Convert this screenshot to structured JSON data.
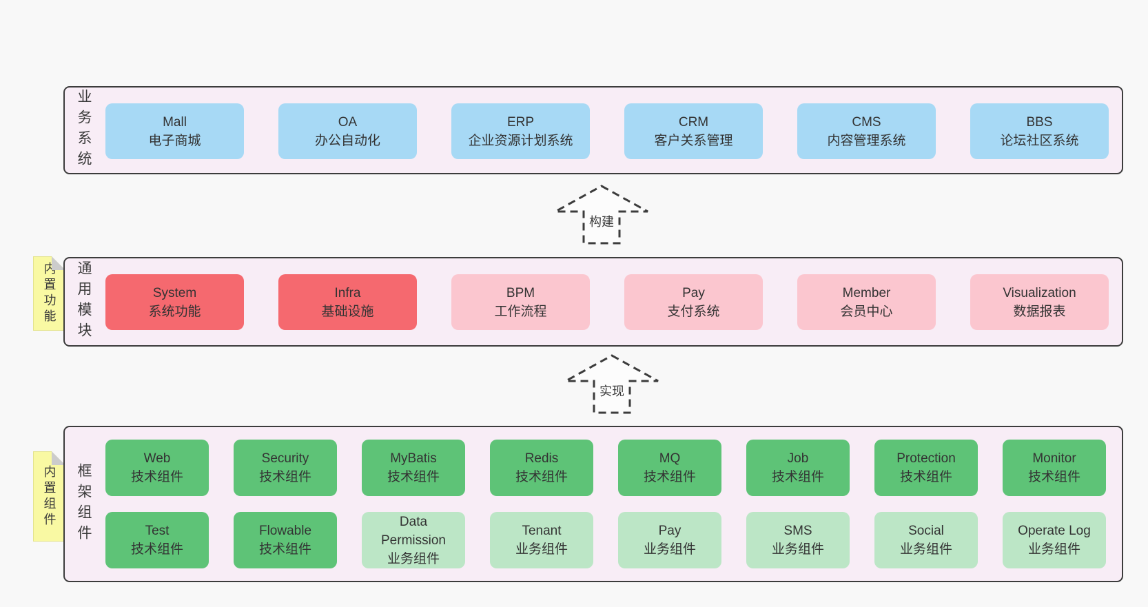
{
  "colors": {
    "page_background": "#f8f8f8",
    "panel_background": "#f8edf6",
    "panel_border": "#3c3c3c",
    "blue": "#a7d9f5",
    "red": "#f5696f",
    "pink": "#fbc6cf",
    "green": "#5ec377",
    "light_green": "#bce6c6",
    "note_yellow": "#f9f9a3",
    "note_fold": "#cccccc",
    "text": "#333333"
  },
  "business_panel": {
    "label": "业务系统",
    "boxes": [
      {
        "name": "Mall",
        "desc": "电子商城",
        "color": "blue"
      },
      {
        "name": "OA",
        "desc": "办公自动化",
        "color": "blue"
      },
      {
        "name": "ERP",
        "desc": "企业资源计划系统",
        "color": "blue"
      },
      {
        "name": "CRM",
        "desc": "客户关系管理",
        "color": "blue"
      },
      {
        "name": "CMS",
        "desc": "内容管理系统",
        "color": "blue"
      },
      {
        "name": "BBS",
        "desc": "论坛社区系统",
        "color": "blue"
      }
    ]
  },
  "build_arrow": {
    "label": "构建"
  },
  "modules_panel": {
    "label": "通用模块",
    "note": "内置功能",
    "boxes": [
      {
        "name": "System",
        "desc": "系统功能",
        "color": "red"
      },
      {
        "name": "Infra",
        "desc": "基础设施",
        "color": "red"
      },
      {
        "name": "BPM",
        "desc": "工作流程",
        "color": "pink"
      },
      {
        "name": "Pay",
        "desc": "支付系统",
        "color": "pink"
      },
      {
        "name": "Member",
        "desc": "会员中心",
        "color": "pink"
      },
      {
        "name": "Visualization",
        "desc": "数据报表",
        "color": "pink"
      }
    ]
  },
  "implement_arrow": {
    "label": "实现"
  },
  "framework_panel": {
    "label": "框架组件",
    "note": "内置组件",
    "tech_row": [
      {
        "name": "Web",
        "desc": "技术组件",
        "color": "green"
      },
      {
        "name": "Security",
        "desc": "技术组件",
        "color": "green"
      },
      {
        "name": "MyBatis",
        "desc": "技术组件",
        "color": "green"
      },
      {
        "name": "Redis",
        "desc": "技术组件",
        "color": "green"
      },
      {
        "name": "MQ",
        "desc": "技术组件",
        "color": "green"
      },
      {
        "name": "Job",
        "desc": "技术组件",
        "color": "green"
      },
      {
        "name": "Protection",
        "desc": "技术组件",
        "color": "green"
      },
      {
        "name": "Monitor",
        "desc": "技术组件",
        "color": "green"
      }
    ],
    "biz_row": [
      {
        "name": "Test",
        "desc": "技术组件",
        "color": "green"
      },
      {
        "name": "Flowable",
        "desc": "技术组件",
        "color": "green"
      },
      {
        "name": "Data Permission",
        "desc": "业务组件",
        "color": "light_green"
      },
      {
        "name": "Tenant",
        "desc": "业务组件",
        "color": "light_green"
      },
      {
        "name": "Pay",
        "desc": "业务组件",
        "color": "light_green"
      },
      {
        "name": "SMS",
        "desc": "业务组件",
        "color": "light_green"
      },
      {
        "name": "Social",
        "desc": "业务组件",
        "color": "light_green"
      },
      {
        "name": "Operate Log",
        "desc": "业务组件",
        "color": "light_green"
      }
    ]
  }
}
